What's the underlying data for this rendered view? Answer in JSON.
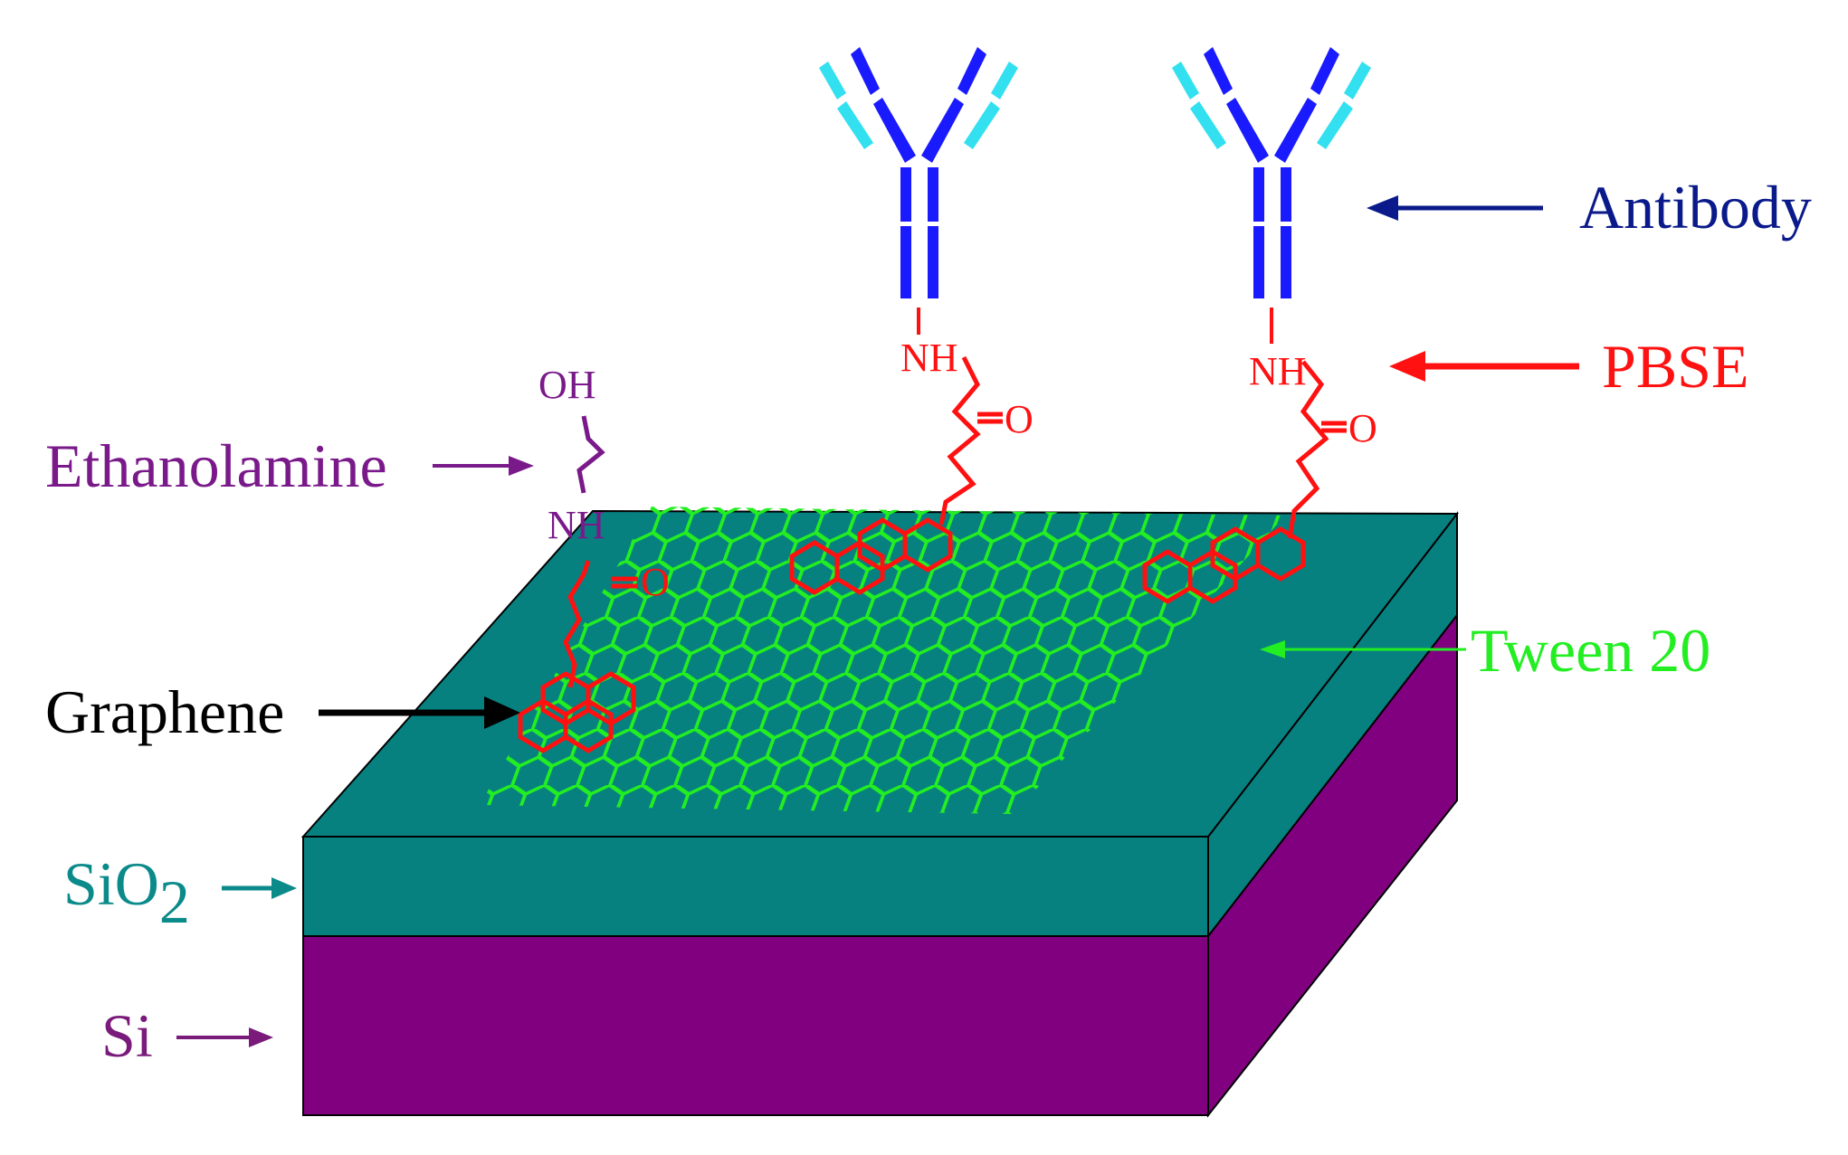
{
  "labels": {
    "antibody": "Antibody",
    "pbse": "PBSE",
    "ethanolamine": "Ethanolamine",
    "tween": "Tween 20",
    "graphene": "Graphene",
    "sio2_main": "SiO",
    "sio2_sub": "2",
    "si": "Si"
  },
  "chem": {
    "nh": "NH",
    "oh": "OH",
    "o": "O"
  },
  "colors": {
    "antibody_dark": "#1a1aff",
    "antibody_light": "#33e0f0",
    "antibody_label": "#0a1a8a",
    "pbse": "#ff1111",
    "ethanolamine": "#7a1a8a",
    "tween": "#22ee22",
    "graphene_label": "#000000",
    "sio2": "#078080",
    "sio2_label": "#0b8a8a",
    "si": "#800080",
    "si_label": "#7a1a7a"
  }
}
